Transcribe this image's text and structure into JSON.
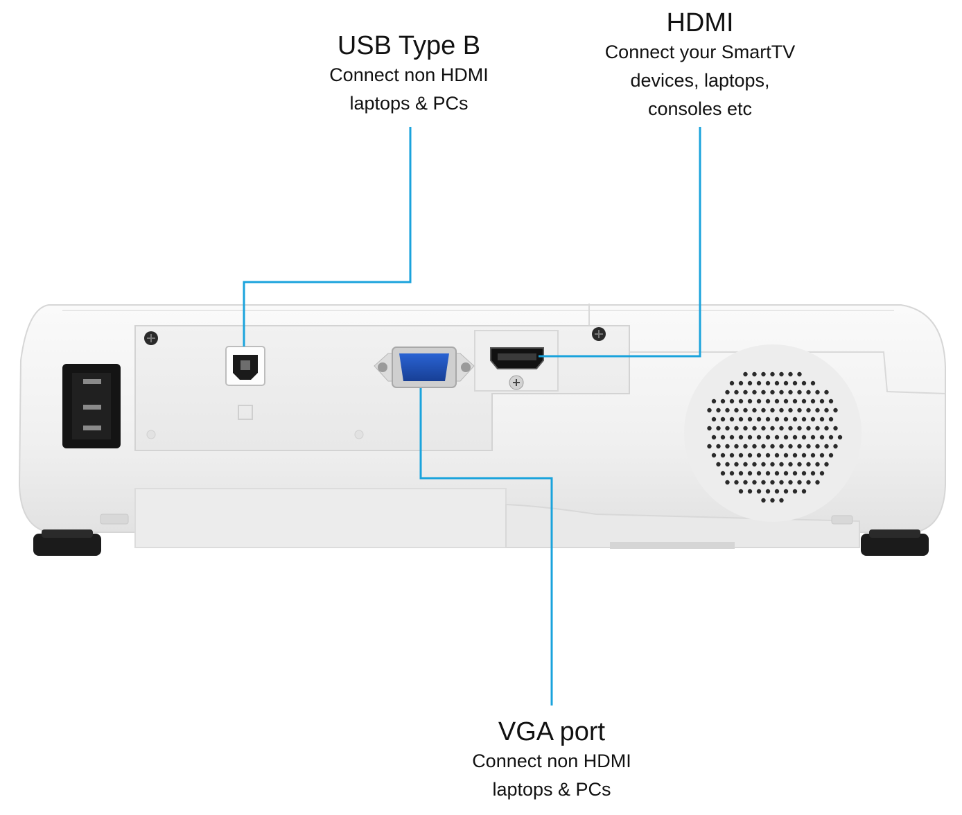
{
  "callouts": {
    "usb": {
      "title": "USB Type B",
      "desc": "Connect non HDMI\nlaptops & PCs"
    },
    "hdmi": {
      "title": "HDMI",
      "desc": "Connect your SmartTV\ndevices, laptops,\nconsoles etc"
    },
    "vga": {
      "title": "VGA port",
      "desc": "Connect non HDMI\nlaptops & PCs"
    }
  },
  "colors": {
    "leader_line": "#1aa3dc",
    "body": "#f3f3f3",
    "vga_port": "#1c4fb8",
    "connector_dark": "#1a1a1a"
  }
}
